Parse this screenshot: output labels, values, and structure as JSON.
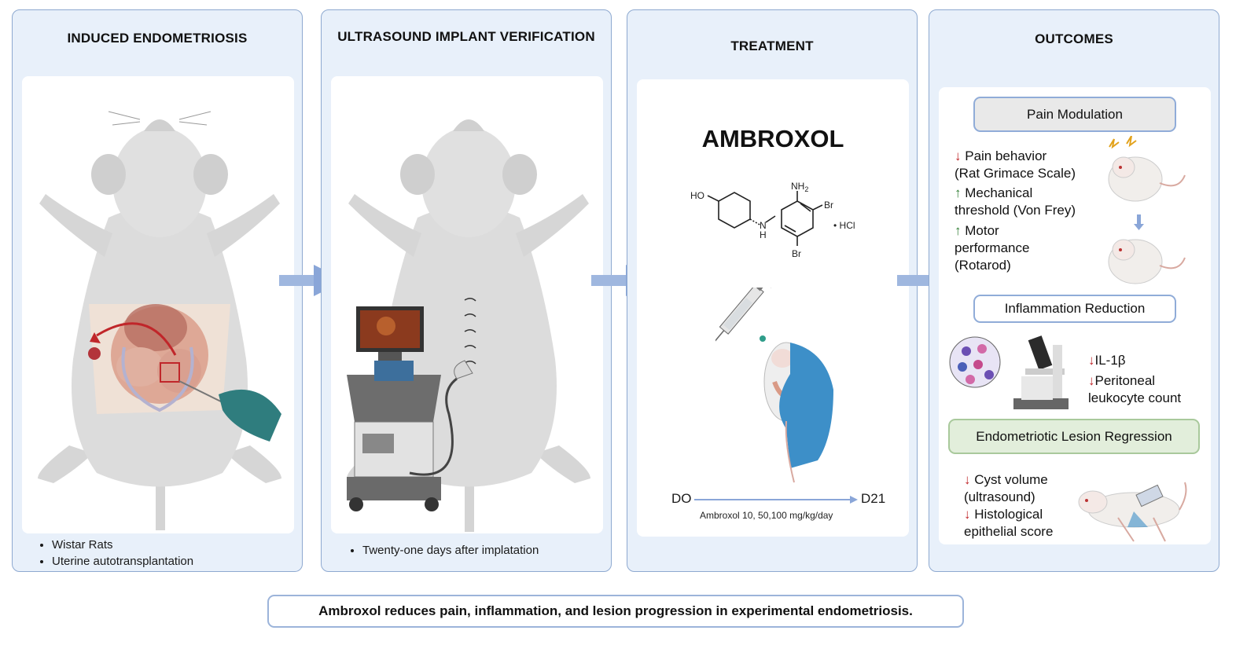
{
  "panels": {
    "induced": {
      "title": "INDUCED ENDOMETRIOSIS",
      "bullets": [
        "Wistar Rats",
        "Uterine autotransplantation"
      ]
    },
    "ultrasound": {
      "title": "ULTRASOUND IMPLANT VERIFICATION",
      "bullets": [
        "Twenty-one days after  implatation"
      ]
    },
    "treatment": {
      "title": "TREATMENT",
      "drug": "AMBROXOL",
      "chem": {
        "ho": "HO",
        "nh2": "NH",
        "nh2_sub": "2",
        "n": "N",
        "h": "H",
        "br1": "Br",
        "br2": "Br",
        "hcl": "• HCl"
      },
      "timeline": {
        "start": "DO",
        "end": "D21",
        "dose": "Ambroxol 10, 50,100 mg/kg/day"
      }
    },
    "outcomes": {
      "title": "OUTCOMES",
      "pain": {
        "label": "Pain Modulation",
        "items": [
          {
            "dir": "down",
            "lines": [
              "Pain behavior",
              "(Rat Grimace Scale)"
            ]
          },
          {
            "dir": "up",
            "lines": [
              "Mechanical",
              "threshold (Von Frey)"
            ]
          },
          {
            "dir": "up",
            "lines": [
              "Motor",
              "performance",
              "(Rotarod)"
            ]
          }
        ]
      },
      "inflammation": {
        "label": "Inflammation Reduction",
        "items": [
          {
            "dir": "down",
            "lines": [
              "IL-1β"
            ]
          },
          {
            "dir": "down",
            "lines": [
              "Peritoneal",
              "leukocyte count"
            ]
          }
        ]
      },
      "lesion": {
        "label": "Endometriotic Lesion Regression",
        "items": [
          {
            "dir": "down",
            "lines": [
              "Cyst volume",
              "(ultrasound)"
            ]
          },
          {
            "dir": "down",
            "lines": [
              "Histological",
              "epithelial score"
            ]
          }
        ]
      }
    }
  },
  "arrows": {
    "down": "↓",
    "up": "↑"
  },
  "summary": "Ambroxol reduces pain, inflammation, and lesion progression in experimental endometriosis.",
  "colors": {
    "panel_bg": "#e8f0fa",
    "panel_border": "#8ea9d0",
    "flow_arrow": "#8aa6d8",
    "rat_body": "#dadada",
    "down_arrow": "#c0262a",
    "up_arrow": "#2f7d32",
    "glove": "#3d8fc8",
    "tool_teal": "#2f7d7e",
    "lesion_box": "#e2eedb",
    "pill_gray": "#e9e9e9"
  }
}
